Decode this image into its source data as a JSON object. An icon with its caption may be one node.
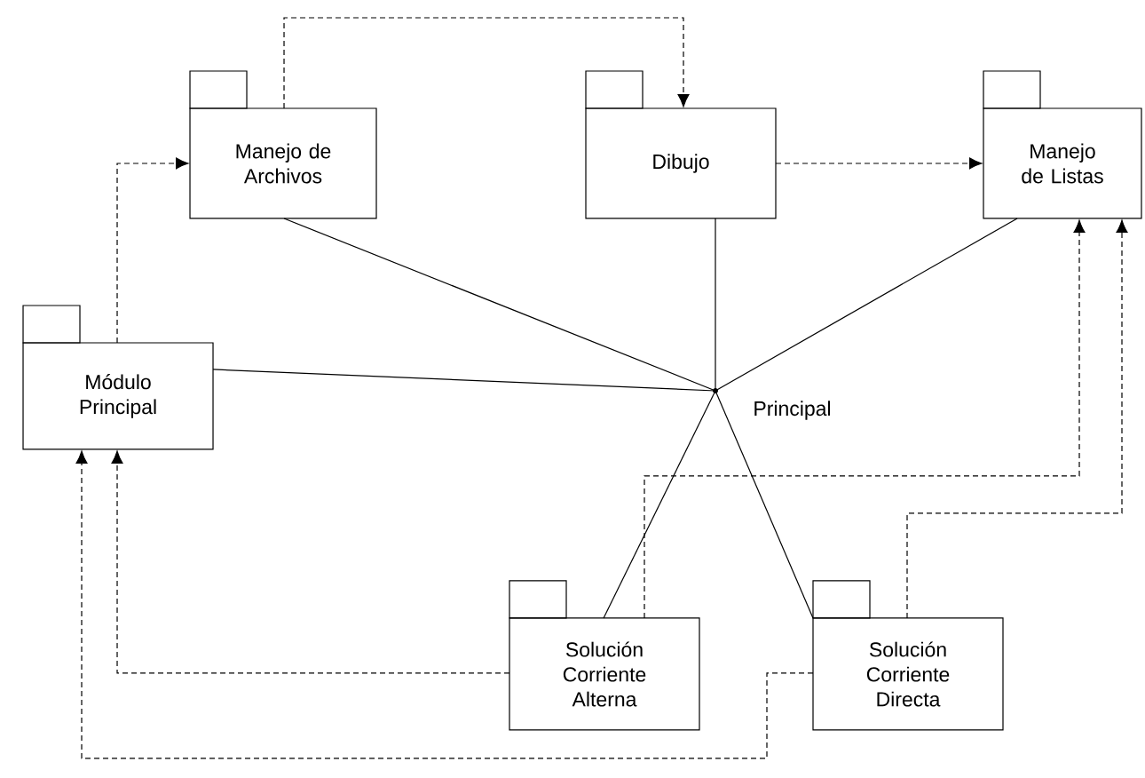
{
  "diagram": {
    "nodes": [
      {
        "text": [
          "Manejo de Archivos"
        ]
      },
      {
        "text": [
          "Dibujo"
        ]
      },
      {
        "text": [
          "Manejo de Listas"
        ]
      },
      {
        "text": [
          "Módulo Principal"
        ]
      },
      {
        "text": [],
        "shape": "point",
        "beside": [
          "Principal"
        ]
      },
      {
        "text": [
          "Solución Corriente Alterna"
        ]
      },
      {
        "text": [
          "Solución Corriente Directa"
        ]
      }
    ],
    "edges": [
      {
        "from": 0,
        "to": 4,
        "arrow": "none"
      },
      {
        "from": 1,
        "to": 4,
        "arrow": "none"
      },
      {
        "from": 2,
        "to": 4,
        "arrow": "none"
      },
      {
        "from": 3,
        "to": 4,
        "arrow": "none"
      },
      {
        "from": 5,
        "to": 4,
        "arrow": "none"
      },
      {
        "from": 6,
        "to": 4,
        "arrow": "none"
      },
      {
        "from": 0,
        "to": 1,
        "arrow": "to",
        "style": "dashed"
      },
      {
        "from": 1,
        "to": 2,
        "arrow": "to",
        "style": "dashed"
      },
      {
        "from": 3,
        "to": 0,
        "arrow": "to",
        "style": "dashed"
      },
      {
        "from": 5,
        "to": 3,
        "arrow": "to",
        "style": "dashed"
      },
      {
        "from": 6,
        "to": 3,
        "arrow": "to",
        "style": "dashed"
      },
      {
        "from": 5,
        "to": 2,
        "arrow": "to",
        "style": "dashed"
      },
      {
        "from": 6,
        "to": 2,
        "arrow": "to",
        "style": "dashed"
      }
    ]
  }
}
